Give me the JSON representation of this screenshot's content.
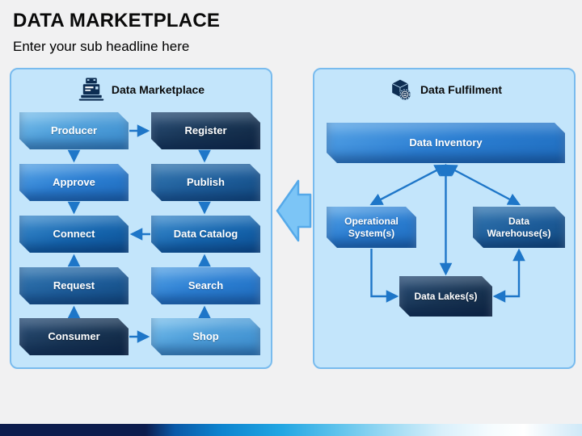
{
  "slide": {
    "title": "DATA MARKETPLACE",
    "subtitle": "Enter your sub headline here"
  },
  "marketplace": {
    "title": "Data Marketplace",
    "icon": "cash-register-icon",
    "flow_left": [
      "Producer",
      "Approve",
      "Connect",
      "Request",
      "Consumer"
    ],
    "flow_right": [
      "Register",
      "Publish",
      "Data Catalog",
      "Search",
      "Shop"
    ]
  },
  "fulfilment": {
    "title": "Data Fulfilment",
    "icon": "package-gear-icon",
    "inventory": "Data Inventory",
    "operational": "Operational System(s)",
    "warehouse": "Data Warehouse(s)",
    "lakes": "Data Lakes(s)"
  },
  "colors": {
    "connector_blue": "#1e76c8",
    "panel_background": "#c3e5fb",
    "panel_border": "#79bbee",
    "box_light_blue": "#4f9fda",
    "box_bright_blue": "#2b7ed2",
    "box_medium_blue": "#1565ae",
    "box_steel_blue": "#1d5c99",
    "box_navy": "#173352",
    "big_arrow_fill": "#7cc5f6",
    "big_arrow_border": "#55a9e9",
    "bottom_bar_navy": "#0c1c4d",
    "bottom_bar_cyan": "#21a5e2",
    "icon_navy": "#0d2d52"
  }
}
